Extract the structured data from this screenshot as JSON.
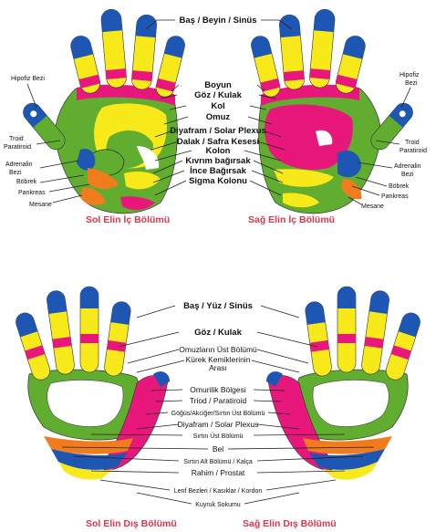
{
  "colors": {
    "blue": "#1d57b3",
    "yellow": "#f8ea1a",
    "pink": "#e8177b",
    "green": "#61ad2f",
    "orange": "#f07c1e",
    "caption": "#e8334a"
  },
  "top": {
    "center_labels": [
      "Baş / Beyin / Sinüs",
      "Boyun",
      "Göz / Kulak",
      "Kol",
      "Omuz",
      "Diyafram / Solar Plexus",
      "Dalak / Safra Kesesi",
      "Kolon",
      "Kıvrım bağırsak",
      "İnce Bağırsak",
      "Sigma Kolonu"
    ],
    "left_labels": {
      "hipofiz_l1": "Hipofiz Bezi",
      "troid_l1": "Troid",
      "troid_l2": "Paratiroid",
      "adrenalin_l1": "Adrenalin",
      "adrenalin_l2": "Bezi",
      "bobrek": "Böbrek",
      "pankreas": "Pankreas",
      "mesane": "Mesane"
    },
    "right_labels": {
      "hipofiz_l1": "Hipofiz",
      "hipofiz_l2": "Bezi",
      "troid_l1": "Troid",
      "troid_l2": "Paratiroid",
      "adrenalin_l1": "Adrenalin",
      "adrenalin_l2": "Bezi",
      "bobrek": "Böbrek",
      "pankreas": "Pankreas",
      "mesane": "Mesane"
    },
    "captions": {
      "left": "Sol Elin İç Bölümü",
      "right": "Sağ Elin İç Bölümü"
    }
  },
  "bottom": {
    "center_labels": [
      "Baş / Yüz / Sinüs",
      "Göz / Kulak",
      "Omuzların Üst Bölümü",
      "Kürek Kemiklerinin",
      "Arası",
      "Omurilik Bölgesi",
      "Triod / Paratiroid",
      "Göğüs/Akciğer/Sırtın Üst Bölümü",
      "Diyafram / Solar Plexus",
      "Sırtın Üst Bölümü",
      "Bel",
      "Sırtın Alt Bölümü / Kalça",
      "Rahim / Prostat",
      "Lenf Bezleri / Kasıklar / Kordon",
      "Kuyruk Sokumu"
    ],
    "captions": {
      "left": "Sol Elin Dış Bölümü",
      "right": "Sağ Elin Dış Bölümü"
    }
  }
}
